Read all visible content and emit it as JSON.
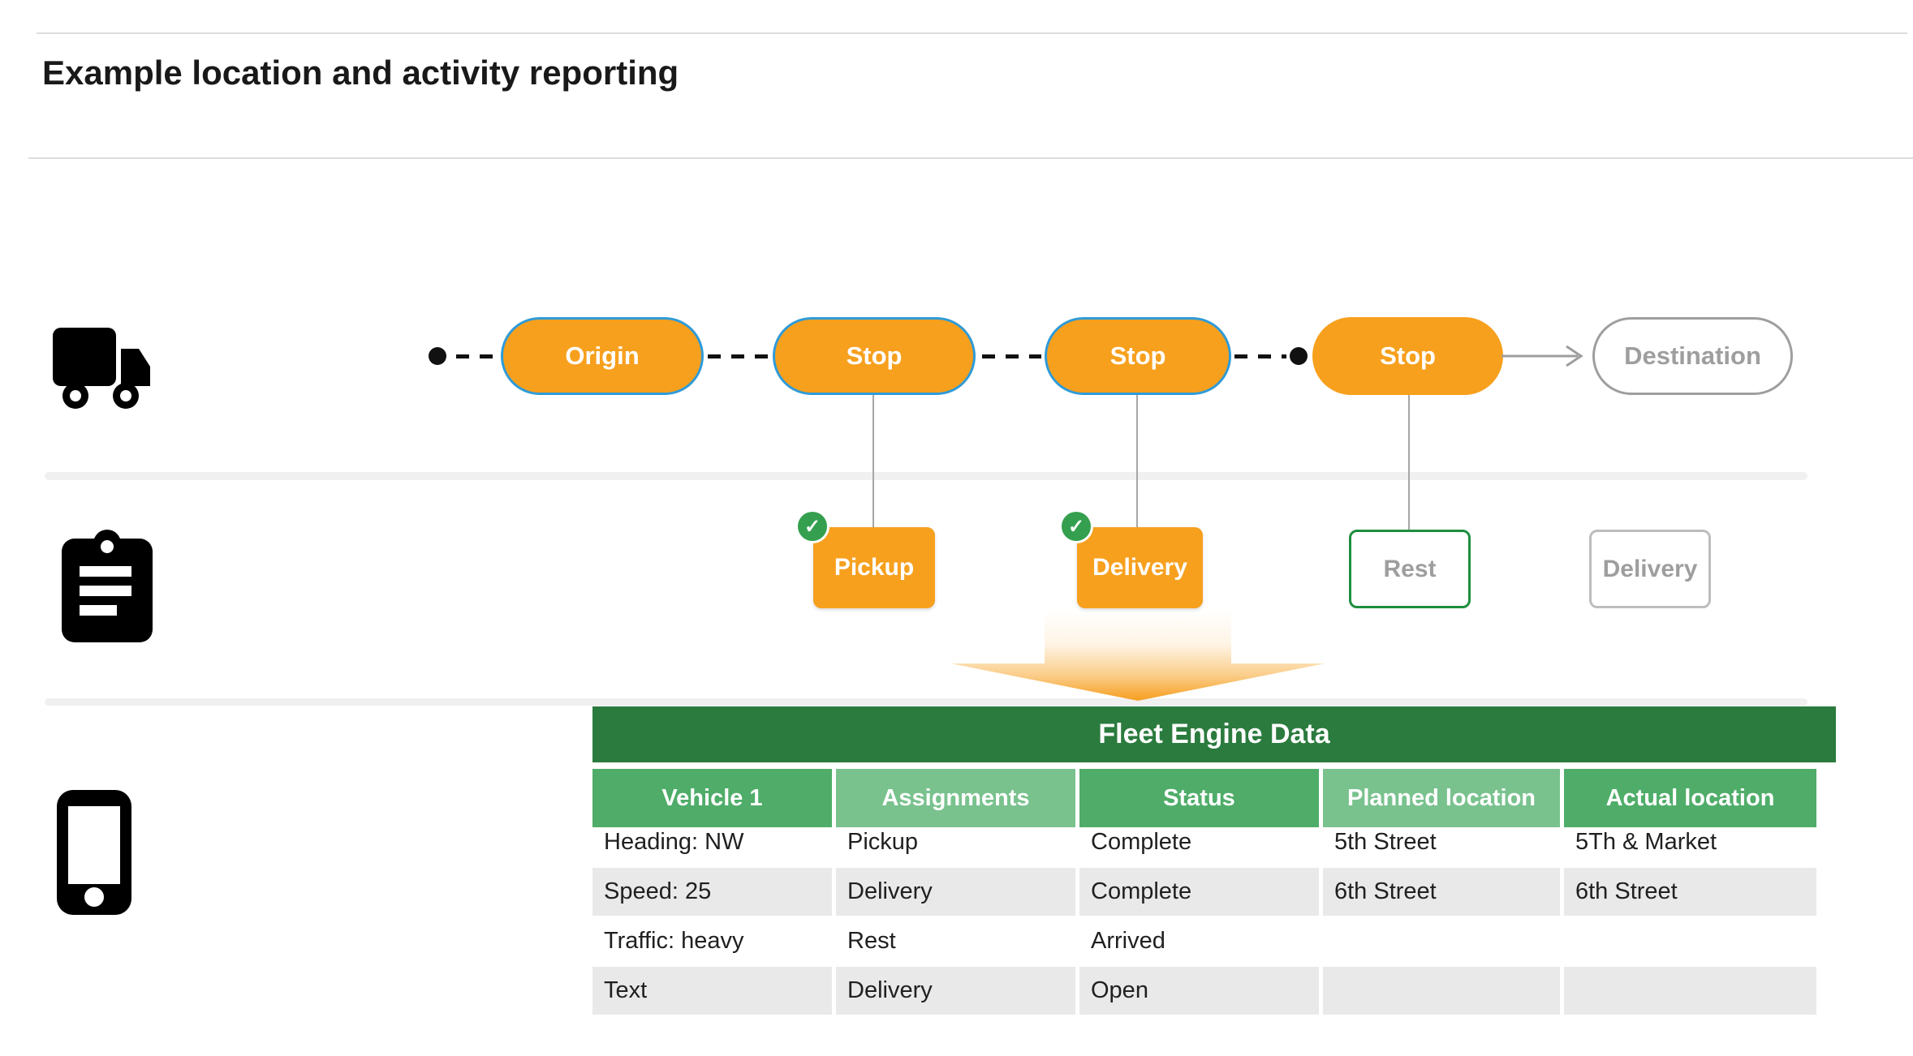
{
  "title": "Example location and activity reporting",
  "colors": {
    "orange": "#F7A01E",
    "blue": "#2F9BD7",
    "gray": "#9E9E9E",
    "check-green": "#34A04F",
    "rest-green": "#1E8E3E",
    "green-dark": "#2B7B3E",
    "green-mid": "#4FAD69",
    "green-light": "#79C28E",
    "row-gray": "#E9E9E9"
  },
  "route": {
    "nodes": [
      {
        "label": "Origin"
      },
      {
        "label": "Stop"
      },
      {
        "label": "Stop"
      },
      {
        "label": "Stop"
      },
      {
        "label": "Destination"
      }
    ]
  },
  "activities": [
    {
      "label": "Pickup"
    },
    {
      "label": "Delivery"
    },
    {
      "label": "Rest"
    },
    {
      "label": "Delivery"
    }
  ],
  "table": {
    "title": "Fleet Engine Data",
    "columns": [
      "Vehicle 1",
      "Assignments",
      "Status",
      "Planned location",
      "Actual location"
    ],
    "rows": [
      [
        "Heading: NW",
        "Pickup",
        "Complete",
        "5th Street",
        "5Th & Market"
      ],
      [
        "Speed: 25",
        "Delivery",
        "Complete",
        "6th Street",
        "6th Street"
      ],
      [
        "Traffic: heavy",
        "Rest",
        "Arrived",
        "",
        ""
      ],
      [
        "Text",
        "Delivery",
        "Open",
        "",
        ""
      ]
    ]
  }
}
